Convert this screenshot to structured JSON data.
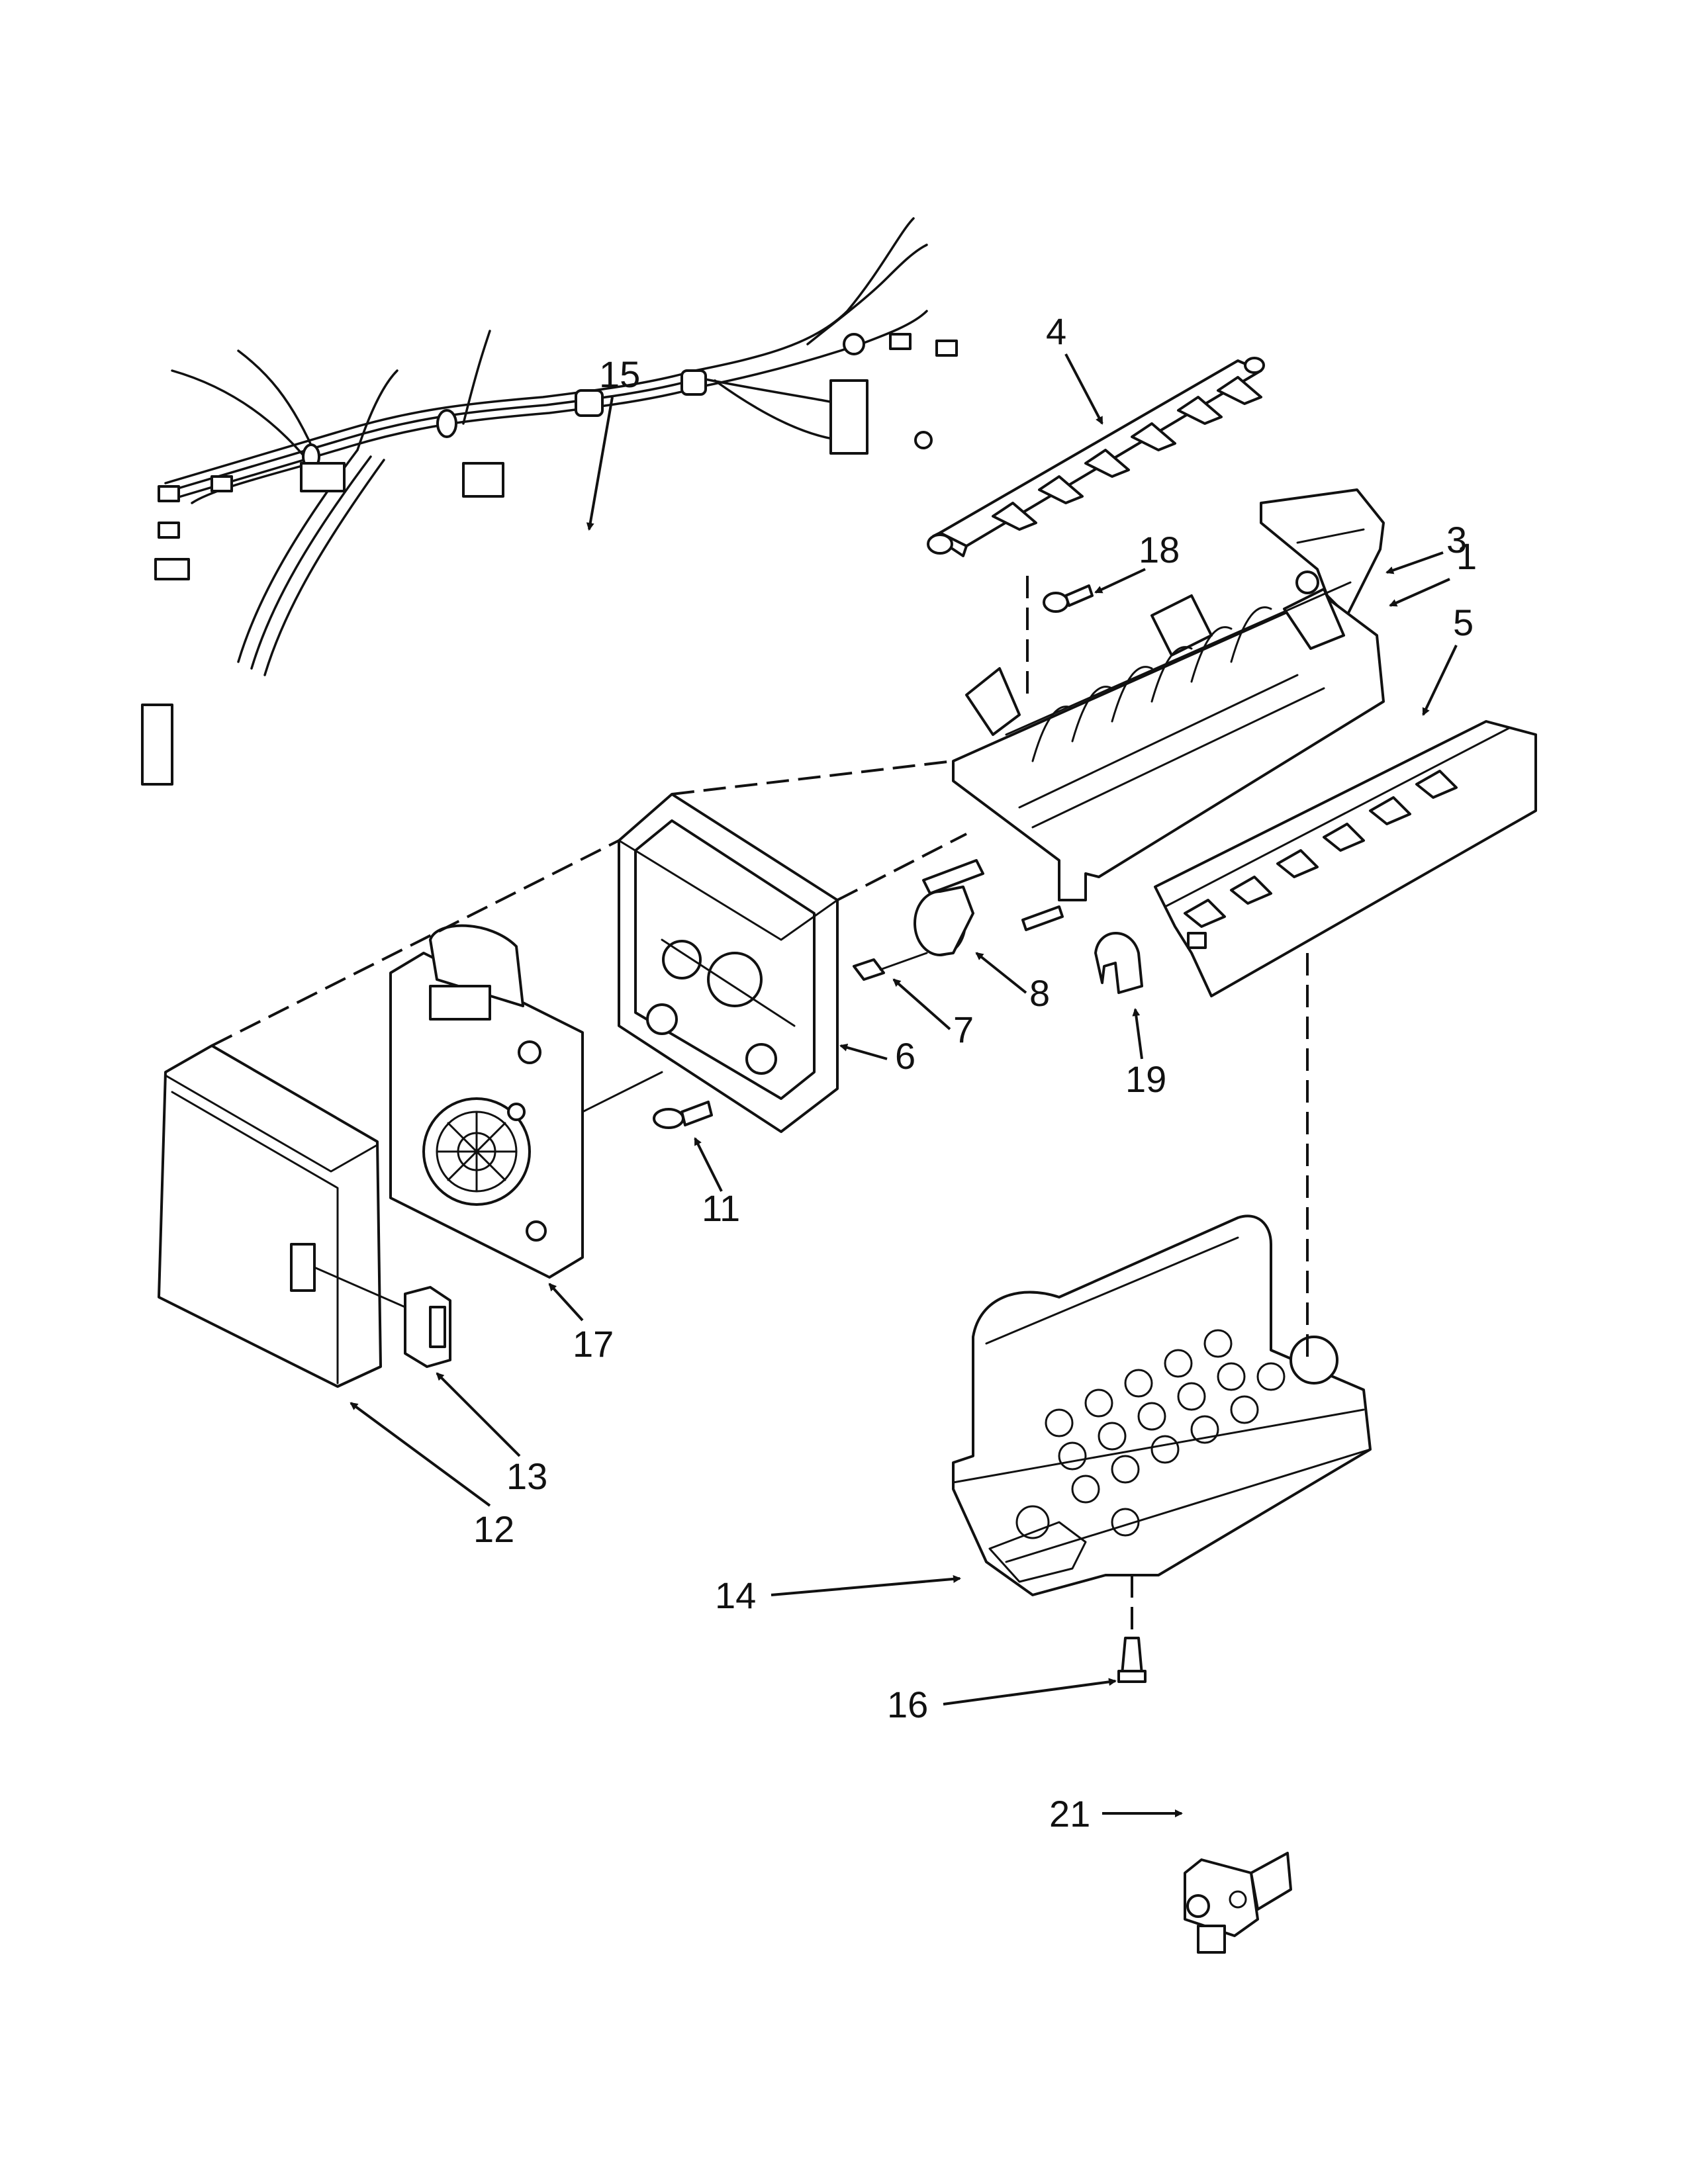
{
  "callouts": [
    {
      "id": "1",
      "label": "1"
    },
    {
      "id": "3",
      "label": "3"
    },
    {
      "id": "4",
      "label": "4"
    },
    {
      "id": "5",
      "label": "5"
    },
    {
      "id": "6",
      "label": "6"
    },
    {
      "id": "7",
      "label": "7"
    },
    {
      "id": "8",
      "label": "8"
    },
    {
      "id": "11",
      "label": "11"
    },
    {
      "id": "12",
      "label": "12"
    },
    {
      "id": "13",
      "label": "13"
    },
    {
      "id": "14",
      "label": "14"
    },
    {
      "id": "15",
      "label": "15"
    },
    {
      "id": "16",
      "label": "16"
    },
    {
      "id": "17",
      "label": "17"
    },
    {
      "id": "18",
      "label": "18"
    },
    {
      "id": "19",
      "label": "19"
    },
    {
      "id": "21",
      "label": "21"
    }
  ]
}
